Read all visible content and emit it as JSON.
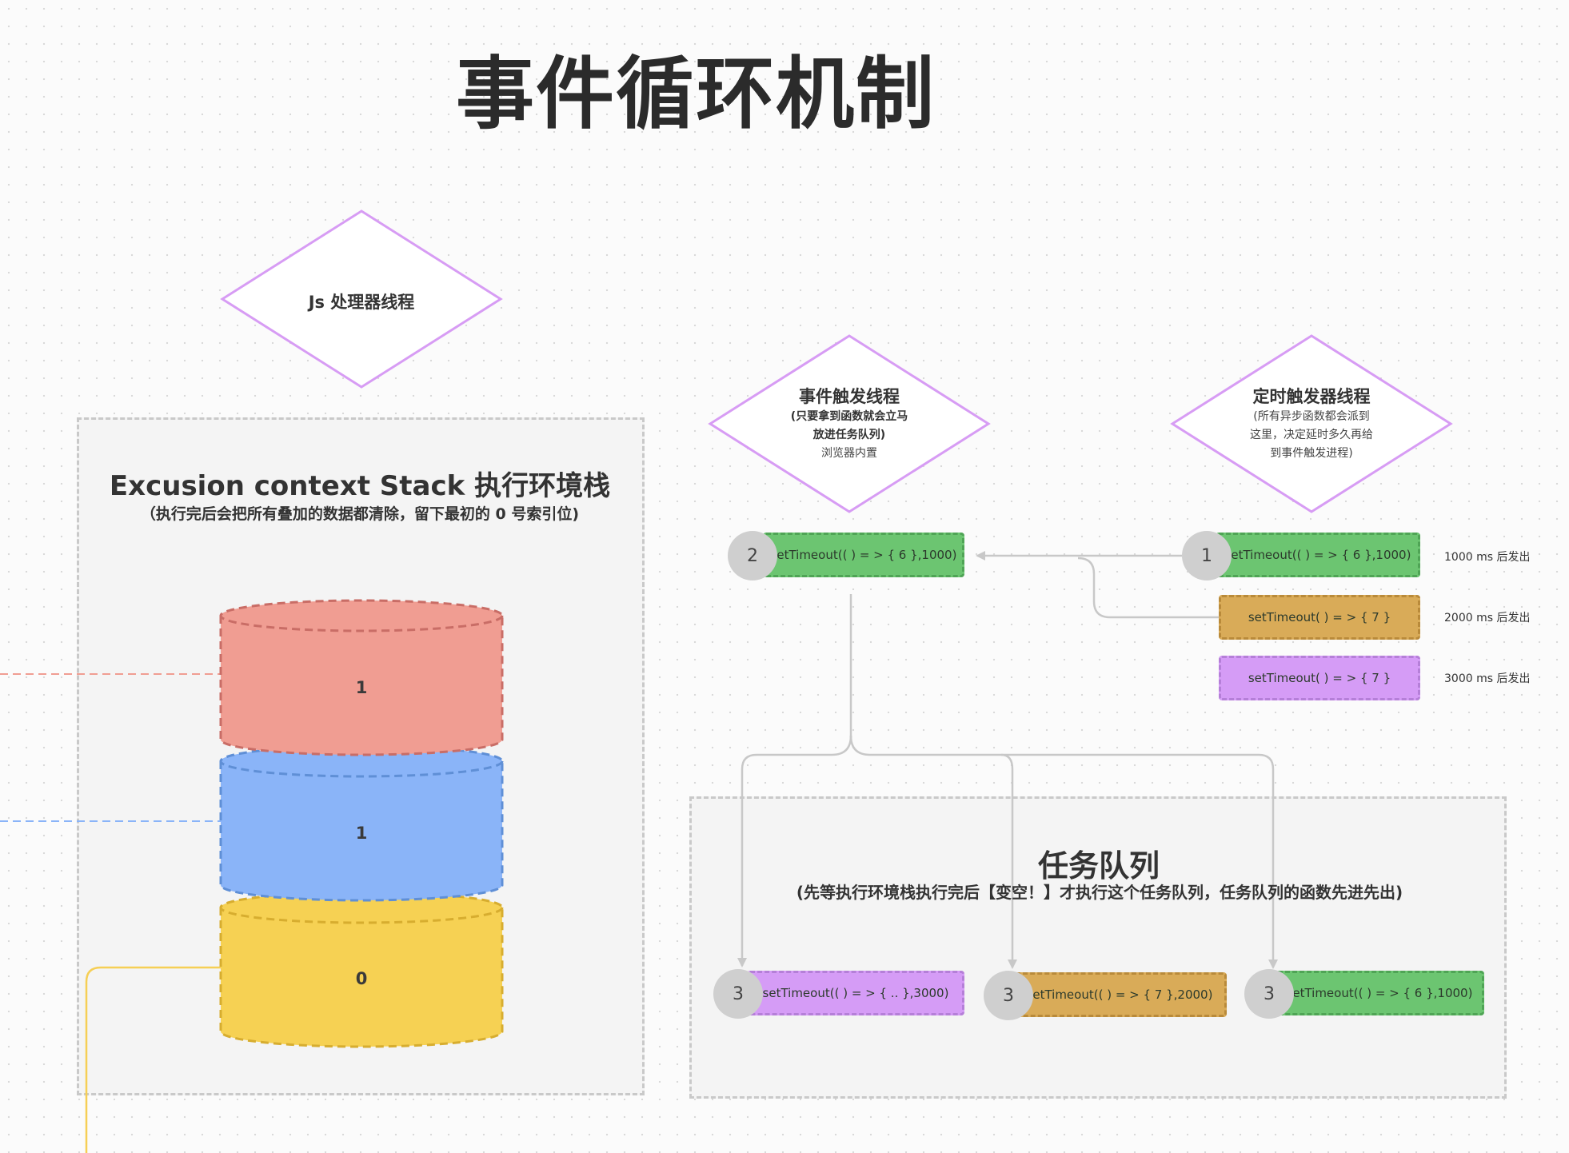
{
  "title": "事件循环机制",
  "js_thread": {
    "label": "Js 处理器线程"
  },
  "event_thread": {
    "title": "事件触发线程",
    "line1": "(只要拿到函数就会立马",
    "line2": "放进任务队列)",
    "line3": "浏览器内置"
  },
  "timer_thread": {
    "title": "定时触发器线程",
    "line1": "(所有异步函数都会派到",
    "line2": "这里，决定延时多久再给",
    "line3": "到事件触发进程)"
  },
  "stack": {
    "title": "Excusion context Stack 执行环境栈",
    "subtitle": "（执行完后会把所有叠加的数据都清除，留下最初的 0 号索引位)",
    "layers": [
      {
        "label": "1",
        "color": "#f09d92",
        "border": "#c96d66"
      },
      {
        "label": "1",
        "color": "#8ab4f8",
        "border": "#5f8fd6"
      },
      {
        "label": "0",
        "color": "#f6d153",
        "border": "#d7ad2f"
      }
    ]
  },
  "timer_items": [
    {
      "badge": "1",
      "text": "setTimeout(( ) = > { 6 },1000)",
      "note": "1000 ms 后发出",
      "color": "green"
    },
    {
      "badge": "",
      "text": "setTimeout( ) = > { 7 }",
      "note": "2000 ms 后发出",
      "color": "orange"
    },
    {
      "badge": "",
      "text": "setTimeout( ) = > { 7 }",
      "note": "3000 ms 后发出",
      "color": "purple"
    }
  ],
  "event_item": {
    "badge": "2",
    "text": "setTimeout(( ) = > { 6 },1000)",
    "color": "green"
  },
  "task_queue": {
    "title": "任务队列",
    "subtitle": "(先等执行环境栈执行完后【变空！】才执行这个任务队列，任务队列的函数先进先出)",
    "items": [
      {
        "badge": "3",
        "text": "setTimeout(( ) = > { .. },3000)",
        "color": "purple"
      },
      {
        "badge": "3",
        "text": "setTimeout(( ) = > { 7 },2000)",
        "color": "orange"
      },
      {
        "badge": "3",
        "text": "setTimeout(( ) = > { 6 },1000)",
        "color": "green"
      }
    ]
  },
  "colors": {
    "diamond_stroke": "#d79cf4",
    "connector": "#c8c8c8",
    "red_dash": "#f09d92",
    "blue_dash": "#8ab4f8",
    "yellow_line": "#f6cf55"
  }
}
